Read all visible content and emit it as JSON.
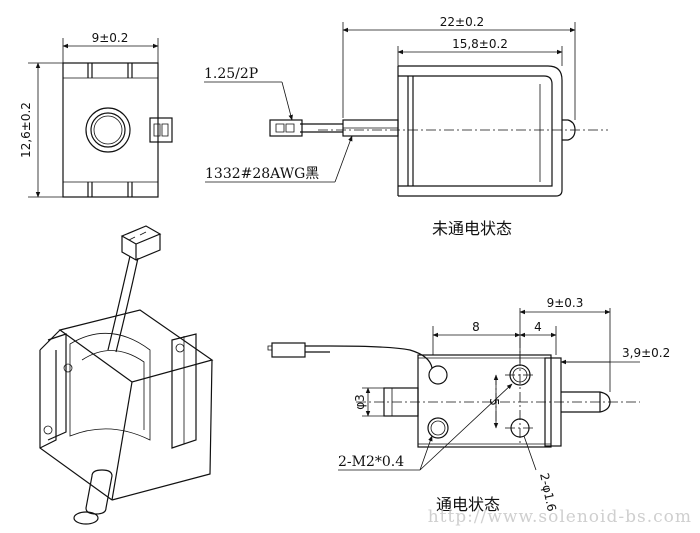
{
  "front_view": {
    "width_dim": "9±0.2",
    "height_dim": "12,6±0.2"
  },
  "side_view": {
    "total_length_dim": "22±0.2",
    "body_length_dim": "15,8±0.2",
    "connector_label": "1.25/2P",
    "wire_label": "1332#28AWG黑",
    "state_caption": "未通电状态"
  },
  "bottom_view": {
    "dim_8": "8",
    "dim_4": "4",
    "dim_9": "9±0.3",
    "dim_stroke": "3,9±0.2",
    "dim_phi3": "φ3",
    "dim_5": "5",
    "holes_label": "2-M2*0.4",
    "holes_dia_label": "2-φ1.6",
    "state_caption": "通电状态"
  },
  "watermark": "http://www.solenoid-bs.com"
}
